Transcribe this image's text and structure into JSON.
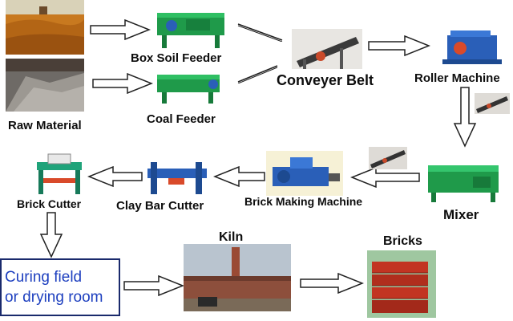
{
  "labels": {
    "raw_material": "Raw Material",
    "box_soil_feeder": "Box Soil Feeder",
    "coal_feeder": "Coal Feeder",
    "conveyer_belt": "Conveyer Belt",
    "roller_machine": "Roller Machine",
    "mixer": "Mixer",
    "brick_making_machine": "Brick Making Machine",
    "clay_bar_cutter": "Clay Bar Cutter",
    "brick_cutter": "Brick Cutter",
    "kiln": "Kiln",
    "bricks": "Bricks",
    "curing_line1": "Curing  field",
    "curing_line2": "or drying room"
  },
  "colors": {
    "label_text": "#0d0d0d",
    "curing_text": "#1d3fbf",
    "curing_border": "#1a2a6c",
    "arrow_stroke": "#222222",
    "machine_green": "#1f9a4a",
    "machine_blue": "#2a5fb8",
    "brick_red": "#c23422"
  }
}
